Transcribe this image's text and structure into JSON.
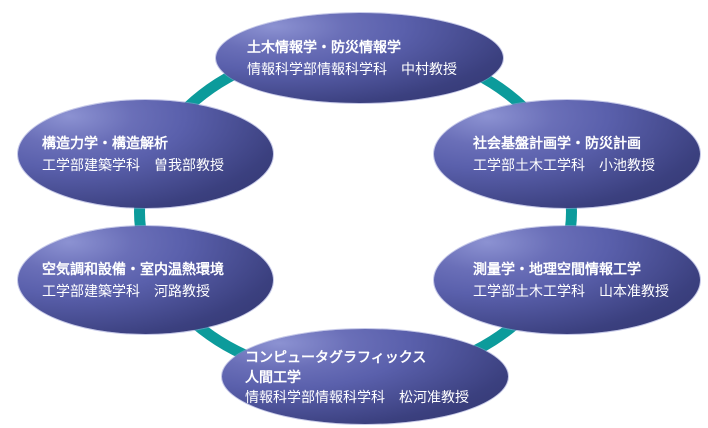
{
  "diagram": {
    "background_color": "#ffffff",
    "ring_color": "#0c9b9b",
    "node_gradient": {
      "light": "#8c92d2",
      "mid": "#5a60ac",
      "dark": "#31356f"
    },
    "text_color": "#ffffff",
    "nodes": [
      {
        "position": "top",
        "title": "土木情報学・防災情報学",
        "subtitle": "情報科学部情報科学科　中村教授"
      },
      {
        "position": "left-top",
        "title": "構造力学・構造解析",
        "subtitle": "工学部建築学科　曽我部教授"
      },
      {
        "position": "right-top",
        "title": "社会基盤計画学・防災計画",
        "subtitle": "工学部土木工学科　小池教授"
      },
      {
        "position": "left-bottom",
        "title": "空気調和設備・室内温熱環境",
        "subtitle": "工学部建築学科　河路教授"
      },
      {
        "position": "right-bottom",
        "title": "測量学・地理空間情報工学",
        "subtitle": "工学部土木工学科　山本准教授"
      },
      {
        "position": "bottom",
        "title": "コンピュータグラフィックス",
        "title2": "人間工学",
        "subtitle": "情報科学部情報科学科　松河准教授"
      }
    ]
  }
}
